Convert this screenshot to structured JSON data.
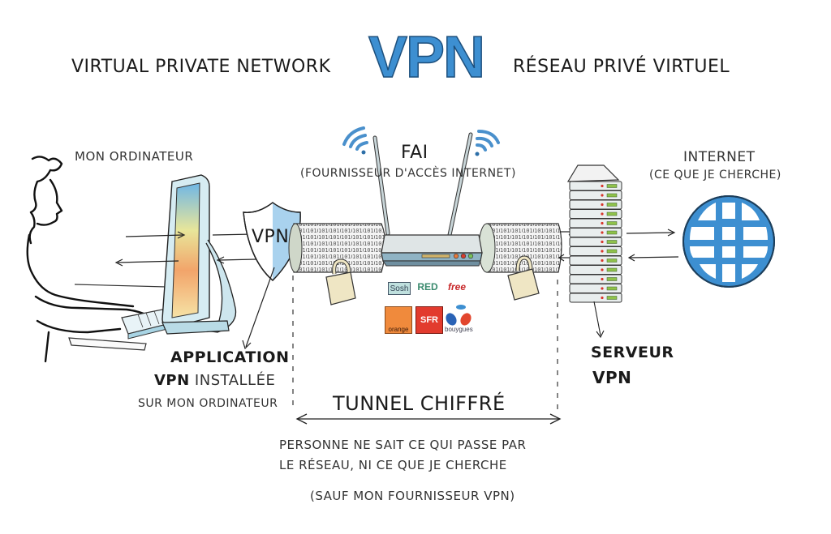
{
  "title": {
    "left": "Virtual private network",
    "center": "VPN",
    "right": "Réseau privé virtuel"
  },
  "computer": {
    "label": "Mon ordinateur"
  },
  "vpn_app": {
    "shield_label": "VPN",
    "caption_line1": "Application",
    "caption_line2_bold": "VPN",
    "caption_line2_rest": "installée",
    "caption_line3": "sur mon ordinateur"
  },
  "isp": {
    "title": "FAI",
    "subtitle": "(Fournisseur d'accès Internet)",
    "providers": [
      "Sosh",
      "RED",
      "free",
      "orange",
      "SFR",
      "bouygues"
    ]
  },
  "server": {
    "label_line1": "Serveur",
    "label_line2": "VPN"
  },
  "internet": {
    "title": "Internet",
    "subtitle": "(ce que je cherche)"
  },
  "tunnel": {
    "title": "Tunnel chiffré",
    "binary_pattern": "1010 1010 1010 0101",
    "description_line1": "Personne ne sait ce qui passe par",
    "description_line2": "le réseau, ni ce que je cherche",
    "note": "(sauf mon fournisseur VPN)"
  },
  "colors": {
    "accent_blue": "#3d8fd1",
    "shield_blue": "#a9d2ee",
    "server_green": "#8fc24a",
    "orange": "#f08a3c",
    "sfr_red": "#e23b2e",
    "lock_beige": "#efe6c4"
  }
}
